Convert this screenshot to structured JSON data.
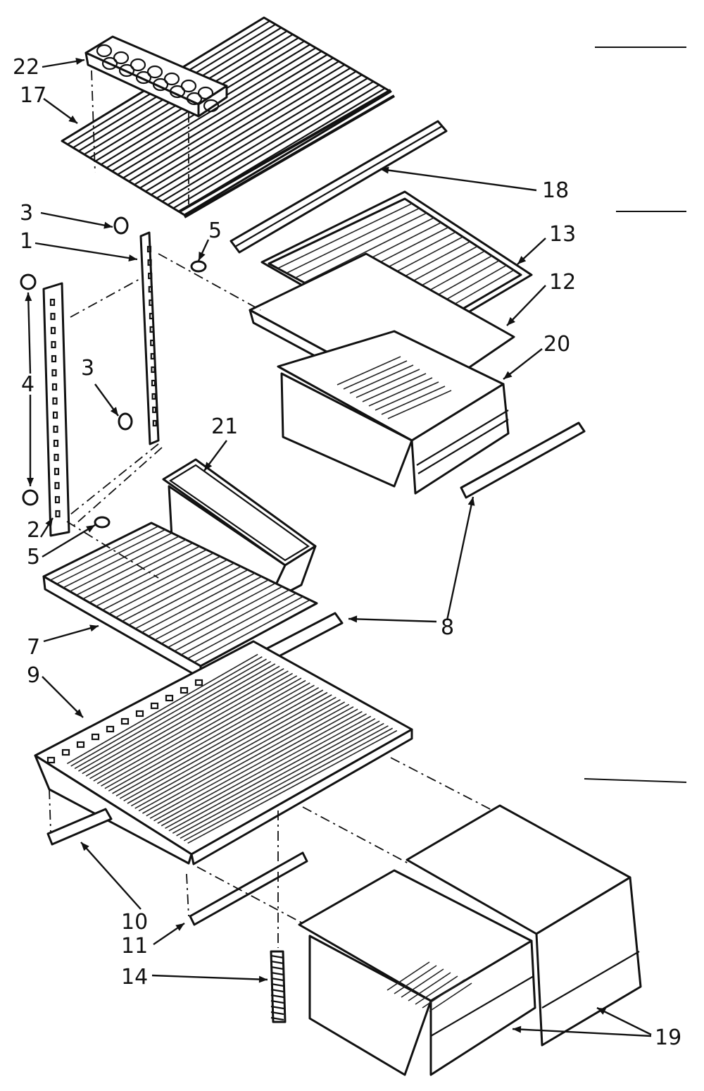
{
  "diagram": {
    "callouts": [
      {
        "id": "c22",
        "text": "22"
      },
      {
        "id": "c17",
        "text": "17"
      },
      {
        "id": "c18",
        "text": "18"
      },
      {
        "id": "c3a",
        "text": "3"
      },
      {
        "id": "c5a",
        "text": "5"
      },
      {
        "id": "c1",
        "text": "1"
      },
      {
        "id": "c13",
        "text": "13"
      },
      {
        "id": "c12",
        "text": "12"
      },
      {
        "id": "c20",
        "text": "20"
      },
      {
        "id": "c4",
        "text": "4"
      },
      {
        "id": "c3b",
        "text": "3"
      },
      {
        "id": "c21",
        "text": "21"
      },
      {
        "id": "c2",
        "text": "2"
      },
      {
        "id": "c5b",
        "text": "5"
      },
      {
        "id": "c8",
        "text": "8"
      },
      {
        "id": "c7",
        "text": "7"
      },
      {
        "id": "c9",
        "text": "9"
      },
      {
        "id": "c10",
        "text": "10"
      },
      {
        "id": "c11",
        "text": "11"
      },
      {
        "id": "c14",
        "text": "14"
      },
      {
        "id": "c19",
        "text": "19"
      }
    ]
  }
}
